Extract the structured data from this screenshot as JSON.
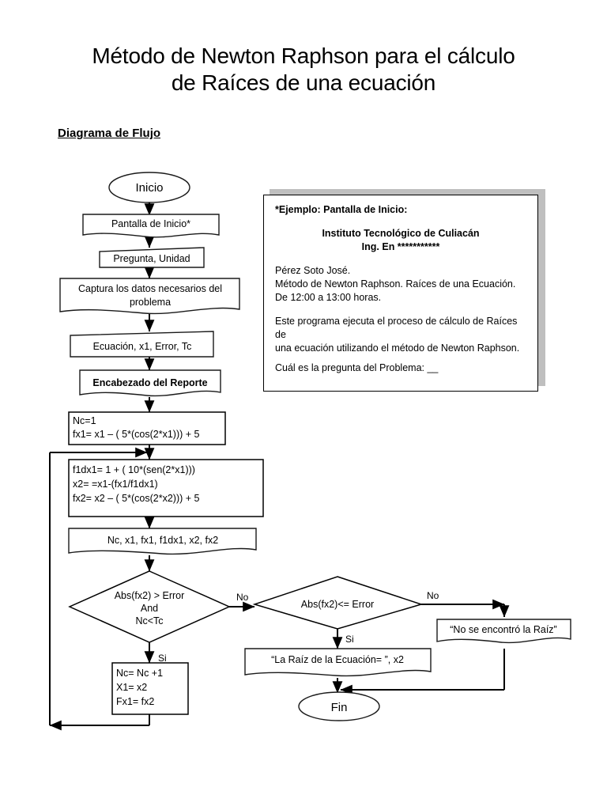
{
  "document": {
    "title_line1": "Método de Newton Raphson para el cálculo",
    "title_line2": "de Raíces de una ecuación",
    "section_heading": "Diagrama de Flujo"
  },
  "flowchart": {
    "start": "Inicio",
    "screen": "Pantalla de Inicio*",
    "question": "Pregunta, Unidad",
    "capture_line1": "Captura los datos necesarios del",
    "capture_line2": "problema",
    "input_data": "Ecuación, x1,  Error,  Tc",
    "report_header": "Encabezado del Reporte",
    "init_line1": "Nc=1",
    "init_line2": "fx1=  x1  – ( 5*(cos(2*x1))) + 5",
    "iter_line1": "f1dx1=  1 + ( 10*(sen(2*x1)))",
    "iter_line2": "x2= =x1-(fx1/f1dx1)",
    "iter_line3": "fx2=  x2  – ( 5*(cos(2*x2))) + 5",
    "output_values": "Nc,  x1, fx1,  f1dx1,  x2,  fx2",
    "decision1_line1": "Abs(fx2) > Error",
    "decision1_line2": "And",
    "decision1_line3": "Nc<Tc",
    "decision2": "Abs(fx2)<= Error",
    "update_line1": "Nc= Nc +1",
    "update_line2": "X1= x2",
    "update_line3": "Fx1= fx2",
    "root_found": "“La Raíz de la Ecuación= ”, x2",
    "root_not_found": "“No se encontró la Raíz”",
    "end": "Fin",
    "label_no_1": "No",
    "label_si_1": "Si",
    "label_no_2": "No",
    "label_si_2": "Si"
  },
  "example_panel": {
    "heading": "*Ejemplo: Pantalla de Inicio:",
    "institute": "Instituto Tecnológico de Culiacán",
    "career": "Ing. En ***********",
    "student": "Pérez Soto José.",
    "subject": "Método de Newton Raphson. Raíces de una Ecuación.",
    "schedule": "De 12:00 a 13:00 horas.",
    "description_line1": "Este programa ejecuta el proceso de cálculo de Raíces de",
    "description_line2": " una ecuación utilizando el método de Newton Raphson.",
    "prompt": "Cuál es la pregunta del Problema: __"
  },
  "colors": {
    "ink": "#000000",
    "shape_stroke": "#1a1a1a",
    "panel_shadow": "#bfbfbf",
    "page_bg": "#ffffff"
  }
}
